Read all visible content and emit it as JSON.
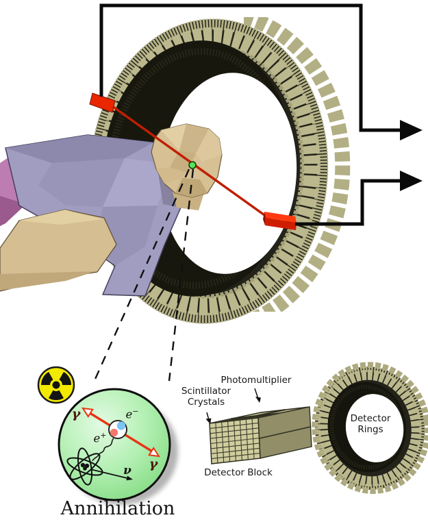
{
  "figure": {
    "description_visible_text_only": true,
    "labels": {
      "photomultiplier": "Photomultiplier",
      "scintillator_line1": "Scintillator",
      "scintillator_line2": "Crystals",
      "detector_block": "Detector Block",
      "detector_rings_line1": "Detector",
      "detector_rings_line2": "Rings",
      "annihilation_caption": "Annihilation"
    },
    "particles": {
      "gamma_upper": "γ",
      "gamma_lower": "γ",
      "electron": {
        "base": "e",
        "sup": "−"
      },
      "positron": {
        "base": "e",
        "sup": "+"
      },
      "neutrino": "ν"
    },
    "icons": [
      "radiation-symbol-icon",
      "atom-icon",
      "signal-output-arrow-1",
      "signal-output-arrow-2"
    ],
    "colors": {
      "detector_khaki": "#bbb88d",
      "detector_khaki_light": "#c9c69a",
      "ring_bore_dark": "#17170e",
      "signal_wire_black": "#0a0a0a",
      "line_of_response_red": "#c01e00",
      "hit_detector_red": "#ee2600",
      "annihilation_green": "#9ce69c",
      "annihilation_dot_green": "#57e457",
      "radiation_yellow": "#f2ea00",
      "shirt_lavender": "#a19dc1",
      "trousers_pink": "#bd7cb2",
      "skin_tan": "#d6c094",
      "background": "#ffffff"
    }
  }
}
